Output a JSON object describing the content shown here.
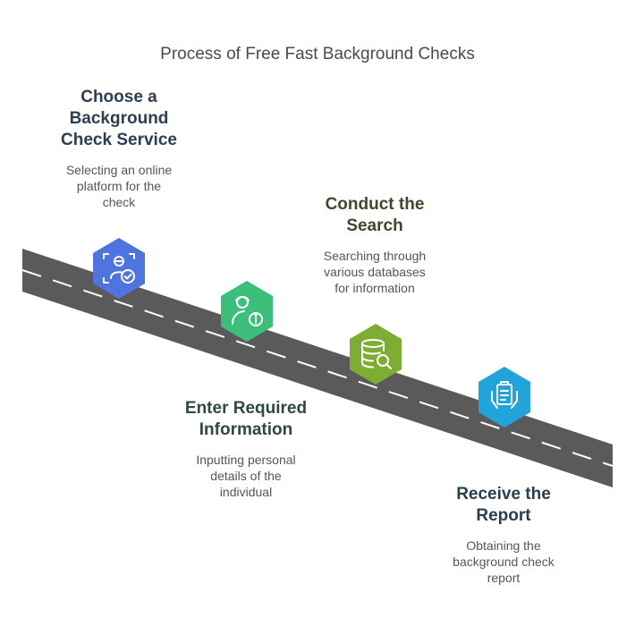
{
  "diagram": {
    "title": "Process of Free Fast Background Checks",
    "steps": [
      {
        "title": "Choose a\nBackground\nCheck Service",
        "description": "Selecting an online\nplatform for the\ncheck",
        "icon": "user-check-icon",
        "color": "#4e74e0"
      },
      {
        "title": "Enter Required\nInformation",
        "description": "Inputting personal\ndetails of the\nindividual",
        "icon": "user-info-icon",
        "color": "#3bbf7a"
      },
      {
        "title": "Conduct the\nSearch",
        "description": "Searching through\nvarious databases\nfor information",
        "icon": "database-search-icon",
        "color": "#7dad32"
      },
      {
        "title": "Receive the\nReport",
        "description": "Obtaining the\nbackground check\nreport",
        "icon": "clipboard-hands-icon",
        "color": "#22a3d9"
      }
    ],
    "road_color": "#5a5a5a",
    "dash_color": "#ffffff"
  }
}
